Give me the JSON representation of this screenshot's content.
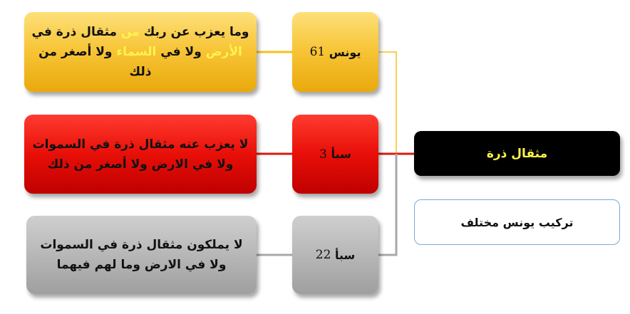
{
  "root": {
    "label": "مثقال ذرة"
  },
  "note": {
    "label": "تركيب يونس مختلف"
  },
  "rows": [
    {
      "ref_name": "يونس",
      "ref_num": "61",
      "verse_line1_a": "وما يعزب عن ربك ",
      "verse_line1_hl": "من",
      "verse_line1_b": " مثقال ذرة في",
      "verse_line2_hl1": "الأرض",
      "verse_line2_mid": " ولا في ",
      "verse_line2_hl2": "السماء",
      "verse_line2_b": " ولا أصغر من",
      "verse_line3": "ذلك"
    },
    {
      "ref_name": "سبأ",
      "ref_num": "3",
      "verse_line1": "لا يعزب عنه مثقال ذرة في السموات",
      "verse_line2": "ولا في الارض ولا أصغر من ذلك"
    },
    {
      "ref_name": "سبأ",
      "ref_num": "22",
      "verse_line1": "لا يملكون مثقال ذرة في السموات",
      "verse_line2": "ولا في الارض وما لهم فيهما"
    }
  ],
  "colors": {
    "gold": "#f8c63a",
    "red": "#e80f08",
    "gray": "#b7b7b7",
    "root_bg": "#000000",
    "highlight_text": "#fff34d",
    "note_border": "#7aa9d4"
  }
}
